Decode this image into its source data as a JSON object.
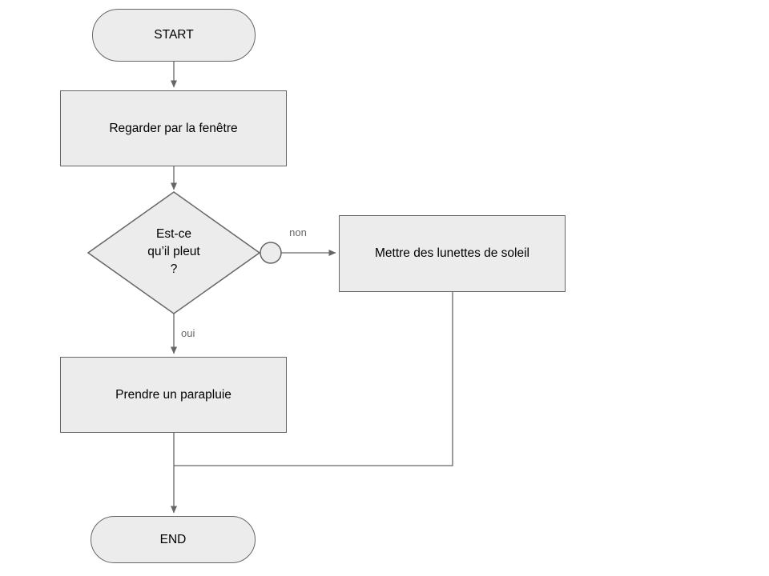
{
  "nodes": {
    "start": {
      "label": "START"
    },
    "look_out_window": {
      "label": "Regarder par la fenêtre"
    },
    "is_it_raining": {
      "lines": [
        "Est-ce",
        "qu’il pleut",
        "?"
      ]
    },
    "sunglasses": {
      "label": "Mettre des lunettes de soleil"
    },
    "umbrella": {
      "label": "Prendre un parapluie"
    },
    "end": {
      "label": "END"
    }
  },
  "edges": {
    "no": {
      "label": "non"
    },
    "yes": {
      "label": "oui"
    }
  },
  "colors": {
    "shape_fill": "#ececec",
    "shape_border": "#666666",
    "connector": "#666666",
    "node_text": "#000000",
    "edge_label_text": "#666666"
  }
}
